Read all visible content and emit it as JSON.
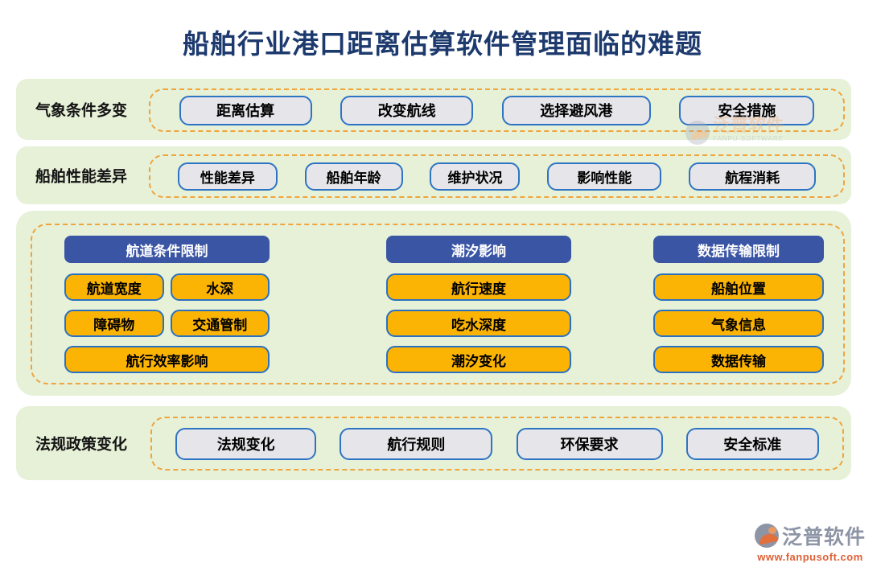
{
  "title": "船舶行业港口距离估算软件管理面临的难题",
  "colors": {
    "title": "#1d3a6e",
    "band_bg": "#e6f1d8",
    "dashed_border": "#f0a43c",
    "gray_button_bg": "#e6e5e9",
    "button_border_blue": "#2e74c4",
    "orange_button_bg": "#fcb404",
    "column_header_bg": "#3b55a5",
    "footer_url": "#df5f35"
  },
  "rows": [
    {
      "label": "气象条件多变",
      "buttons": [
        "距离估算",
        "改变航线",
        "选择避风港",
        "安全措施"
      ]
    },
    {
      "label": "船舶性能差异",
      "buttons": [
        "性能差异",
        "船舶年龄",
        "维护状况",
        "影响性能",
        "航程消耗"
      ]
    }
  ],
  "matrix": {
    "columns": [
      {
        "header": "航道条件限制",
        "buttons": [
          "航道宽度",
          "水深",
          "障碍物",
          "交通管制",
          "航行效率影响"
        ]
      },
      {
        "header": "潮汐影响",
        "buttons": [
          "航行速度",
          "吃水深度",
          "潮汐变化"
        ]
      },
      {
        "header": "数据传输限制",
        "buttons": [
          "船舶位置",
          "气象信息",
          "数据传输"
        ]
      }
    ]
  },
  "bottom_row": {
    "label": "法规政策变化",
    "buttons": [
      "法规变化",
      "航行规则",
      "环保要求",
      "安全标准"
    ]
  },
  "watermark": {
    "brand": "泛普软件",
    "subtext": "FANPU SOFTWARE"
  },
  "footer": {
    "brand": "泛普软件",
    "url": "www.fanpusoft.com"
  }
}
